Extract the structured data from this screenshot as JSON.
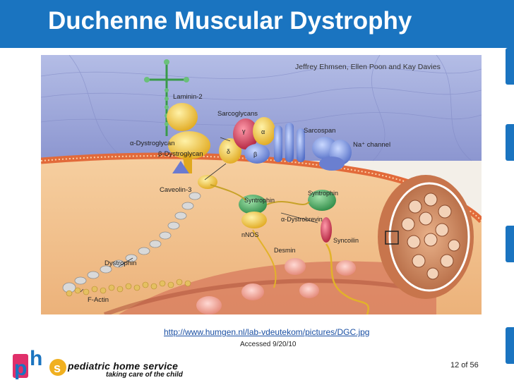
{
  "slide": {
    "title": "Duchenne Muscular Dystrophy",
    "source_url": "http://www.humgen.nl/lab-vdeutekom/pictures/DGC.jpg",
    "accessed": "Accessed 9/20/10",
    "page_number": "12 of 56"
  },
  "figure": {
    "credit": "Jeffrey Ehmsen, Ellen Poon and Kay Davies",
    "labels": {
      "laminin": "Laminin-2",
      "sarcoglycans": "Sarcoglycans",
      "sarcospan": "Sarcospan",
      "alpha_dystroglycan": "α-Dystroglycan",
      "beta_dystroglycan": "β-Dystroglycan",
      "na_channel": "Na⁺ channel",
      "caveolin": "Caveolin-3",
      "syntrophin_left": "Syntrophin",
      "syntrophin_right": "Syntrophin",
      "alpha_dystrobrevin": "α-Dystrobrevin",
      "nnos": "nNOS",
      "syncoilin": "Syncoilin",
      "desmin": "Desmin",
      "dystrophin": "Dystrophin",
      "f_actin": "F-Actin",
      "gamma": "γ",
      "alpha": "α",
      "delta": "δ",
      "beta": "β"
    }
  },
  "logo": {
    "name": "pediatric home service",
    "tagline": "taking care of the child"
  },
  "colors": {
    "header_blue": "#1a74c0",
    "membrane_orange": "#e8743a",
    "extracellular_purple": "#9aa3d8",
    "protein_yellow": "#f2c233",
    "protein_green": "#3aa05a",
    "protein_red": "#c8324a"
  }
}
